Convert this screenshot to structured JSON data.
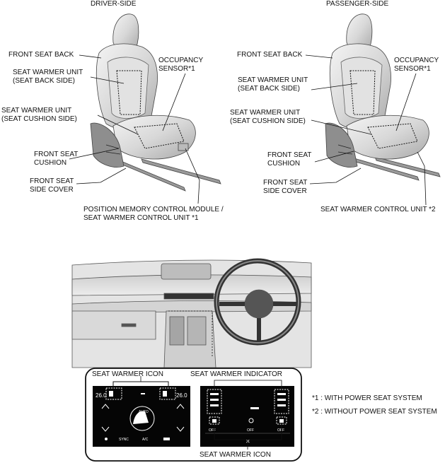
{
  "driver": {
    "heading": "DRIVER-SIDE",
    "front_seat_back": "FRONT SEAT BACK",
    "seat_warmer_back": [
      "SEAT WARMER UNIT",
      "(SEAT BACK SIDE)"
    ],
    "seat_warmer_cushion": [
      "SEAT WARMER UNIT",
      "(SEAT CUSHION SIDE)"
    ],
    "front_seat_cushion": [
      "FRONT SEAT",
      "CUSHION"
    ],
    "front_seat_side_cover": [
      "FRONT SEAT",
      "SIDE COVER"
    ],
    "occupancy_sensor": [
      "OCCUPANCY",
      "SENSOR*1"
    ],
    "control_module": [
      "POSITION MEMORY CONTROL MODULE /",
      "SEAT WARMER CONTROL UNIT *1"
    ]
  },
  "passenger": {
    "heading": "PASSENGER-SIDE",
    "front_seat_back": "FRONT SEAT BACK",
    "seat_warmer_back": [
      "SEAT WARMER UNIT",
      "(SEAT BACK SIDE)"
    ],
    "seat_warmer_cushion": [
      "SEAT WARMER UNIT",
      "(SEAT CUSHION SIDE)"
    ],
    "front_seat_cushion": [
      "FRONT SEAT",
      "CUSHION"
    ],
    "front_seat_side_cover": [
      "FRONT SEAT",
      "SIDE COVER"
    ],
    "occupancy_sensor": [
      "OCCUPANCY",
      "SENSOR*1"
    ],
    "control_unit": "SEAT WARMER CONTROL UNIT *2"
  },
  "panel": {
    "seat_warmer_icon_top": "SEAT WARMER ICON",
    "seat_warmer_indicator": "SEAT WARMER INDICATOR",
    "seat_warmer_icon_bottom": "SEAT WARMER ICON",
    "screen1": {
      "temp_left": "26.0",
      "temp_right": "26.0",
      "mode": "AUTO",
      "sync": "SYNC",
      "ac": "A/C"
    },
    "screen2": {
      "off_left": "OFF",
      "off_center": "OFF",
      "off_right": "OFF",
      "close": "✕"
    }
  },
  "notes": [
    "*1 :  WITH POWER SEAT SYSTEM",
    "*2 :  WITHOUT POWER SEAT SYSTEM"
  ]
}
